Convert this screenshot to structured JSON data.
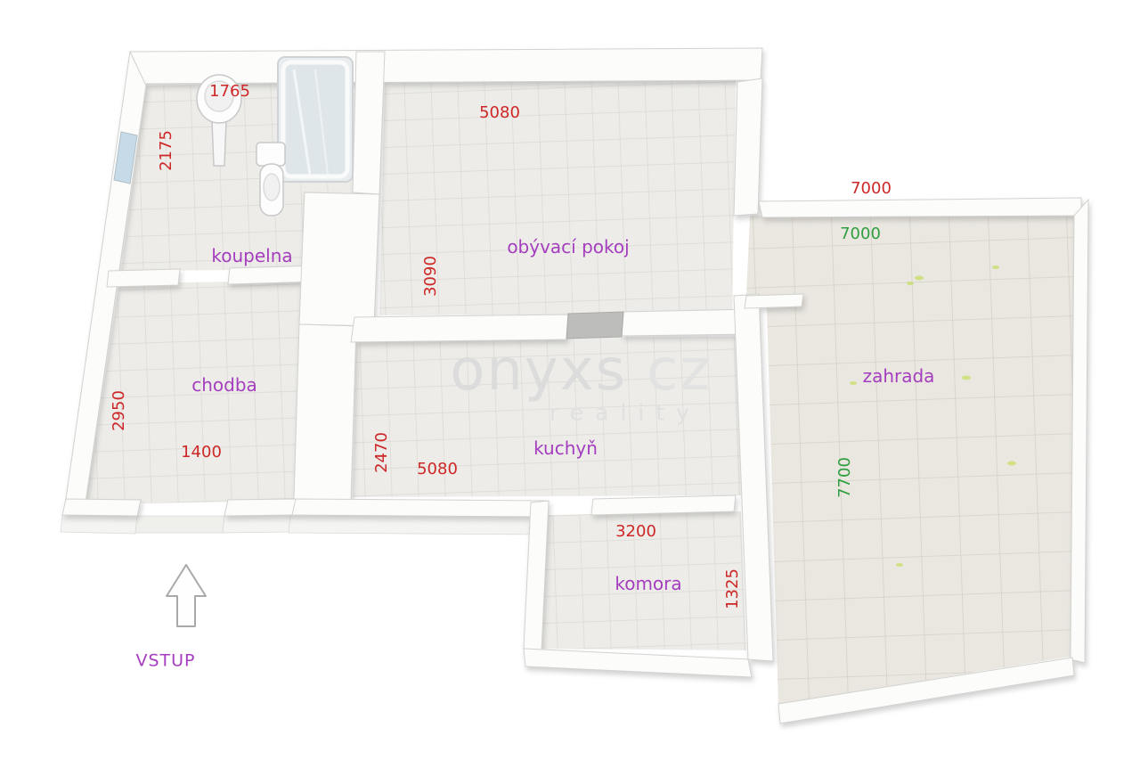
{
  "watermark": {
    "brand": "onyxs",
    "tld": "cz",
    "sub": "reality"
  },
  "entrance": {
    "label": "VSTUP"
  },
  "rooms": {
    "koupelna": {
      "label": "koupelna",
      "width_mm": "1765",
      "depth_mm": "2175"
    },
    "obyvaci_pokoj": {
      "label": "obývací pokoj",
      "width_mm": "5080",
      "depth_mm": "3090"
    },
    "chodba": {
      "label": "chodba",
      "width_mm": "1400",
      "depth_mm": "2950"
    },
    "kuchyn": {
      "label": "kuchyň",
      "width_mm": "5080",
      "depth_mm": "2470"
    },
    "komora": {
      "label": "komora",
      "width_mm": "3200",
      "depth_mm": "1325"
    },
    "zahrada": {
      "label": "zahrada",
      "width_outer_mm": "7000",
      "width_mm": "7000",
      "depth_mm": "7700"
    }
  },
  "colors": {
    "room_label": "#a43ebe",
    "dimension_red": "#cd2727",
    "dimension_green": "#2e9e3e",
    "floor_tile": "#edece8",
    "garden_tile": "#eae7e1",
    "wall": "#fcfcfb",
    "window": "#c6dbe7"
  }
}
